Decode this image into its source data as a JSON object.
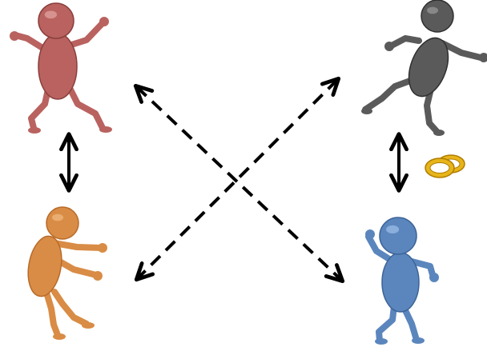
{
  "diagram": {
    "figures": [
      {
        "id": "top-left",
        "name": "stick-figure-red",
        "color": "#b9625f",
        "shade": "#8a3f3c",
        "highlight": "#e3a6a3"
      },
      {
        "id": "top-right",
        "name": "stick-figure-gray",
        "color": "#5a5a5a",
        "shade": "#2f2f2f",
        "highlight": "#9a9a9a"
      },
      {
        "id": "bottom-left",
        "name": "stick-figure-orange",
        "color": "#d98c45",
        "shade": "#b86a28",
        "highlight": "#f1bb83"
      },
      {
        "id": "bottom-right",
        "name": "stick-figure-blue",
        "color": "#5b86bd",
        "shade": "#3c6397",
        "highlight": "#9ec0ea"
      }
    ],
    "connections": [
      {
        "from": "top-left",
        "to": "bottom-left",
        "style": "solid",
        "direction": "both"
      },
      {
        "from": "top-right",
        "to": "bottom-right",
        "style": "solid",
        "direction": "both"
      },
      {
        "from": "top-left",
        "to": "bottom-right",
        "style": "dashed",
        "direction": "both"
      },
      {
        "from": "top-right",
        "to": "bottom-left",
        "style": "dashed",
        "direction": "both"
      }
    ],
    "rings": {
      "icon": "wedding-rings",
      "color": "#e7b51a",
      "shade": "#b07c00"
    }
  }
}
